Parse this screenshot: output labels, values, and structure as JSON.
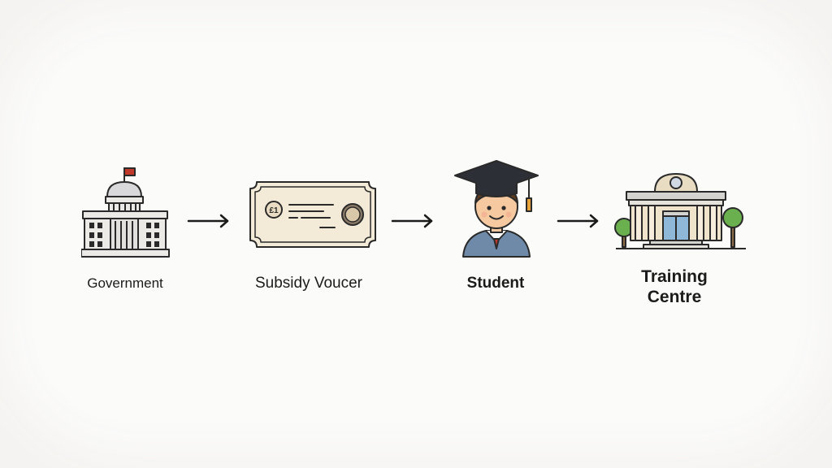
{
  "flow": {
    "nodes": [
      {
        "label": "Government",
        "icon": "government-building-icon"
      },
      {
        "label": "Subsidy Voucer",
        "icon": "voucher-ticket-icon"
      },
      {
        "label": "Student",
        "icon": "graduate-student-icon"
      },
      {
        "label": "Training\nCentre",
        "icon": "training-centre-building-icon"
      }
    ],
    "arrows": [
      "right-arrow-icon",
      "right-arrow-icon",
      "right-arrow-icon"
    ]
  },
  "colors": {
    "line": "#2a2a2a",
    "building_fill": "#eceae6",
    "flag": "#c0392b",
    "voucher_fill": "#f3ead8",
    "cap": "#2d2f36",
    "tassel": "#e5a23a",
    "skin": "#f6c9a0",
    "hair": "#5a3a22",
    "shirt": "#6e8aa8",
    "tie": "#c0392b",
    "tree": "#6bb04f",
    "centre_wall": "#efe3cc",
    "door": "#8fb8d8"
  }
}
